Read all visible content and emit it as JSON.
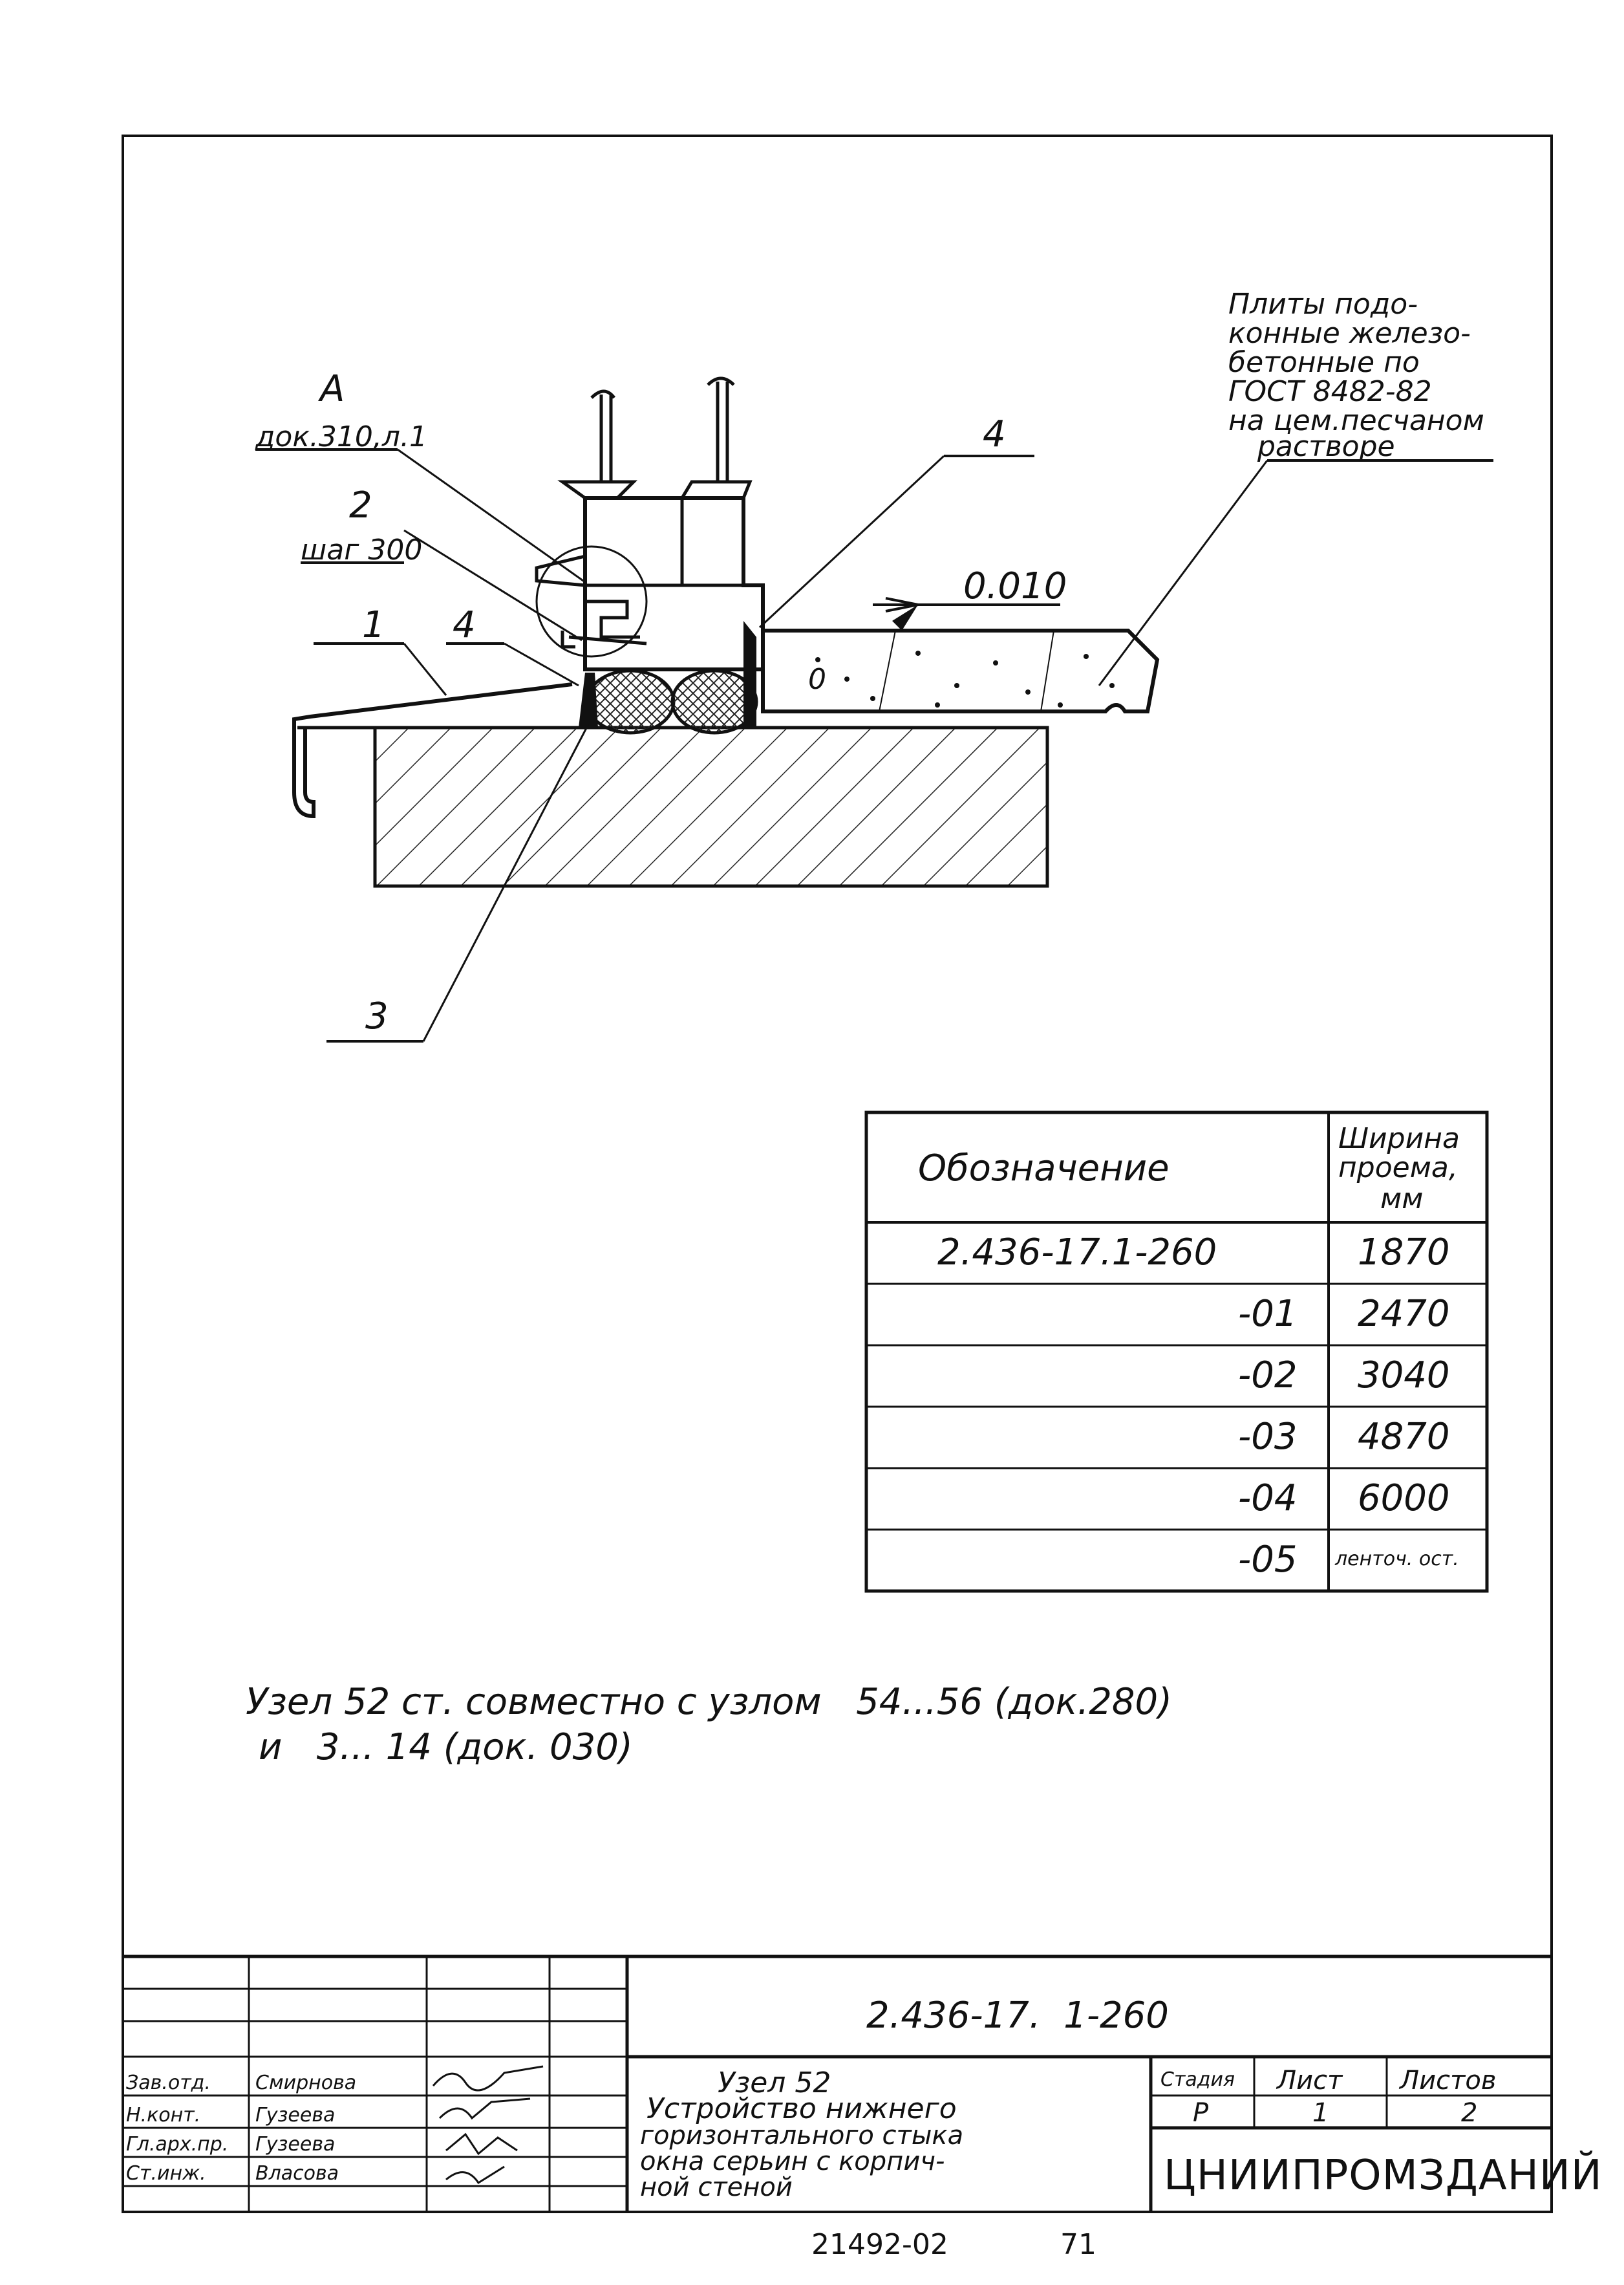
{
  "drawing": {
    "label_a": "А",
    "label_a_ref": "док.310,л.1",
    "label_2": "2",
    "label_2_step": "шаг 300",
    "label_1": "1",
    "label_4_left": "4",
    "label_4_top": "4",
    "label_3": "3",
    "level_mark": "0.010",
    "concrete_mark": "0",
    "slab_note": [
      "Плиты подо-",
      "конные железо-",
      "бетонные по",
      "ГОСТ 8482-82",
      "на цем.песчаном",
      "растворе"
    ]
  },
  "table": {
    "header_designation": "Обозначение",
    "header_width": [
      "Ширина",
      "проема,",
      "мм"
    ],
    "rows": [
      {
        "designation": "2.436-17.1-260",
        "width": "1870"
      },
      {
        "designation": "-01",
        "width": "2470"
      },
      {
        "designation": "-02",
        "width": "3040"
      },
      {
        "designation": "-03",
        "width": "4870"
      },
      {
        "designation": "-04",
        "width": "6000"
      },
      {
        "designation": "-05",
        "width": "ленточ. ост."
      }
    ]
  },
  "note": {
    "line1": "Узел 52 ст. совместно с узлом   54...56 (док.280)",
    "line2": "и   3... 14 (док. 030)"
  },
  "title_block": {
    "doc_code": "2.436-17.  1-260",
    "title_lines": [
      "Узел 52",
      "Устройство нижнего",
      "горизонтального стыка",
      "окна серьин с корпич-",
      "ной стеной"
    ],
    "stage_label": "Стадия",
    "stage_value": "Р",
    "sheet_label": "Лист",
    "sheet_value": "1",
    "sheets_label": "Листов",
    "sheets_value": "2",
    "org": "ЦНИИПРОМЗДАНИЙ",
    "roles": [
      {
        "role": "Зав.отд.",
        "name": "Смирнова"
      },
      {
        "role": "Н.конт.",
        "name": "Гузеева"
      },
      {
        "role": "Гл.арх.пр.",
        "name": "Гузеева"
      },
      {
        "role": "Ст.инж.",
        "name": "Власова"
      }
    ]
  },
  "footer": {
    "inventory": "21492-02",
    "page": "71"
  }
}
